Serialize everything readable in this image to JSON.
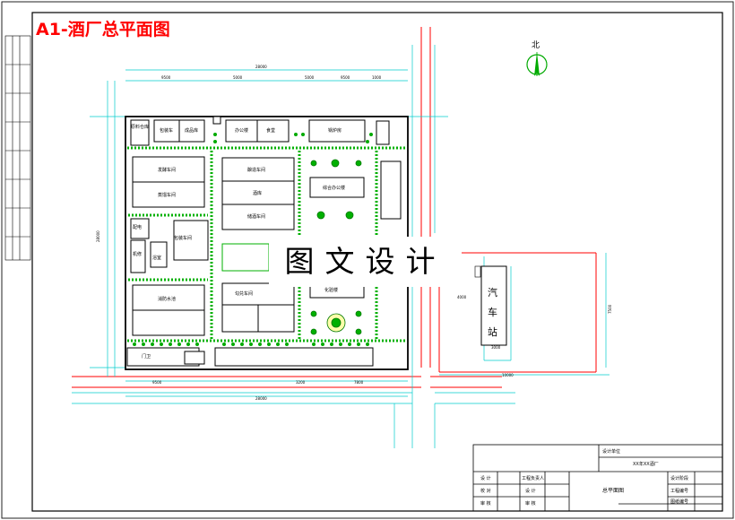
{
  "title": "A1-酒厂总平面图",
  "north_label": "北",
  "watermark": "图文设计",
  "bus_station": [
    "汽",
    "车",
    "站"
  ],
  "buildings": {
    "b1": "原料仓库",
    "b2": "包装车",
    "b3": "成品库",
    "b4": "办公楼",
    "b5": "食堂",
    "b6": "锅炉房",
    "b7": "发酵车间",
    "b8": "蒸馏车间",
    "b9": "酿造车间",
    "b10": "酒库",
    "b11": "综合办公楼",
    "b12": "储酒车间",
    "b13": "配电",
    "b14": "机修",
    "b15": "包装车间",
    "b16": "浴室",
    "b17": "勾兑车间",
    "b18": "化验楼",
    "b19": "消防水池",
    "b20": "门卫"
  },
  "title_block": {
    "project": "设计单位",
    "client": "XX年XX酒厂",
    "drawing_name": "总平面图",
    "rows_left": [
      "设 计",
      "校 对",
      "审 核"
    ],
    "rows_mid": [
      "工程负责人",
      "设 计",
      "审 核"
    ],
    "rows_right": [
      "设计阶段",
      "工程编号",
      "图纸编号"
    ]
  },
  "colors": {
    "frame": "#0a0a0a",
    "road": "#ff0000",
    "dimension": "#00c8c8",
    "building": "#000000",
    "green": "#00b000",
    "title": "#ff0000"
  }
}
